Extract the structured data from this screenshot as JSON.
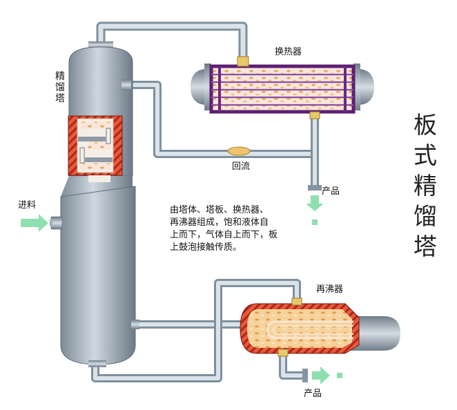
{
  "title": "板式精馏塔",
  "labels": {
    "column": "精馏塔",
    "heat_exchanger": "换热器",
    "reflux": "回流",
    "product_top": "产品",
    "feed": "进料",
    "reboiler": "再沸器",
    "product_bottom": "产品"
  },
  "description": [
    "由塔体、塔板、换热器、",
    "再沸器组成，饱和液体自",
    "上而下，气体自上而下，板",
    "上鼓泡接触传质。"
  ],
  "colors": {
    "pipe": "#a9b8c4",
    "column": "#93a0ad",
    "exchanger_frame": "#6a2a82",
    "exchanger_fill": "#f6dce2",
    "hatch": "#d13a2a",
    "reboiler_fill": "#f3c98c",
    "arrow": "#8fe0b0",
    "fitting": "#e8c96a"
  }
}
